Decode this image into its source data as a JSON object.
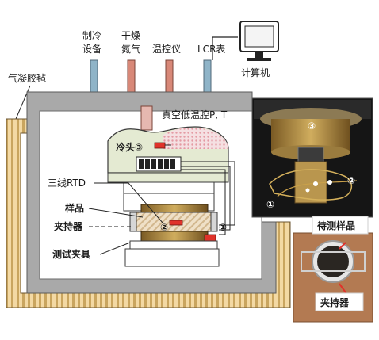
{
  "labels": {
    "refrigeration": [
      "制冷",
      "设备"
    ],
    "dry_nitrogen": [
      "干燥",
      "氮气"
    ],
    "temp_controller": "温控仪",
    "lcr_meter": "LCR表",
    "computer": "计算机",
    "aerogel_felt": "气凝胶毡",
    "vacuum_chamber": "真空低温腔P, T",
    "cold_head": "冷头③",
    "three_wire_rtd": "三线RTD",
    "sample": "样品",
    "clamp": "夹持器",
    "test_fixture": "测试夹具",
    "marker_1": "①",
    "marker_2": "②",
    "marker_3": "③",
    "photo_sample_caption": "待测样品",
    "photo_clamp_caption": "夹持器"
  },
  "colors": {
    "tube_blue": "#8fb4c8",
    "tube_red": "#d88878",
    "felt": "#f3d9a4",
    "felt_stripe": "#c9a55f",
    "cold_head_fill": "#e4ead2",
    "sample_fill": "#e6c9a4",
    "fixture_fill": "#c6a35a",
    "sensor_red": "#e0322a"
  }
}
